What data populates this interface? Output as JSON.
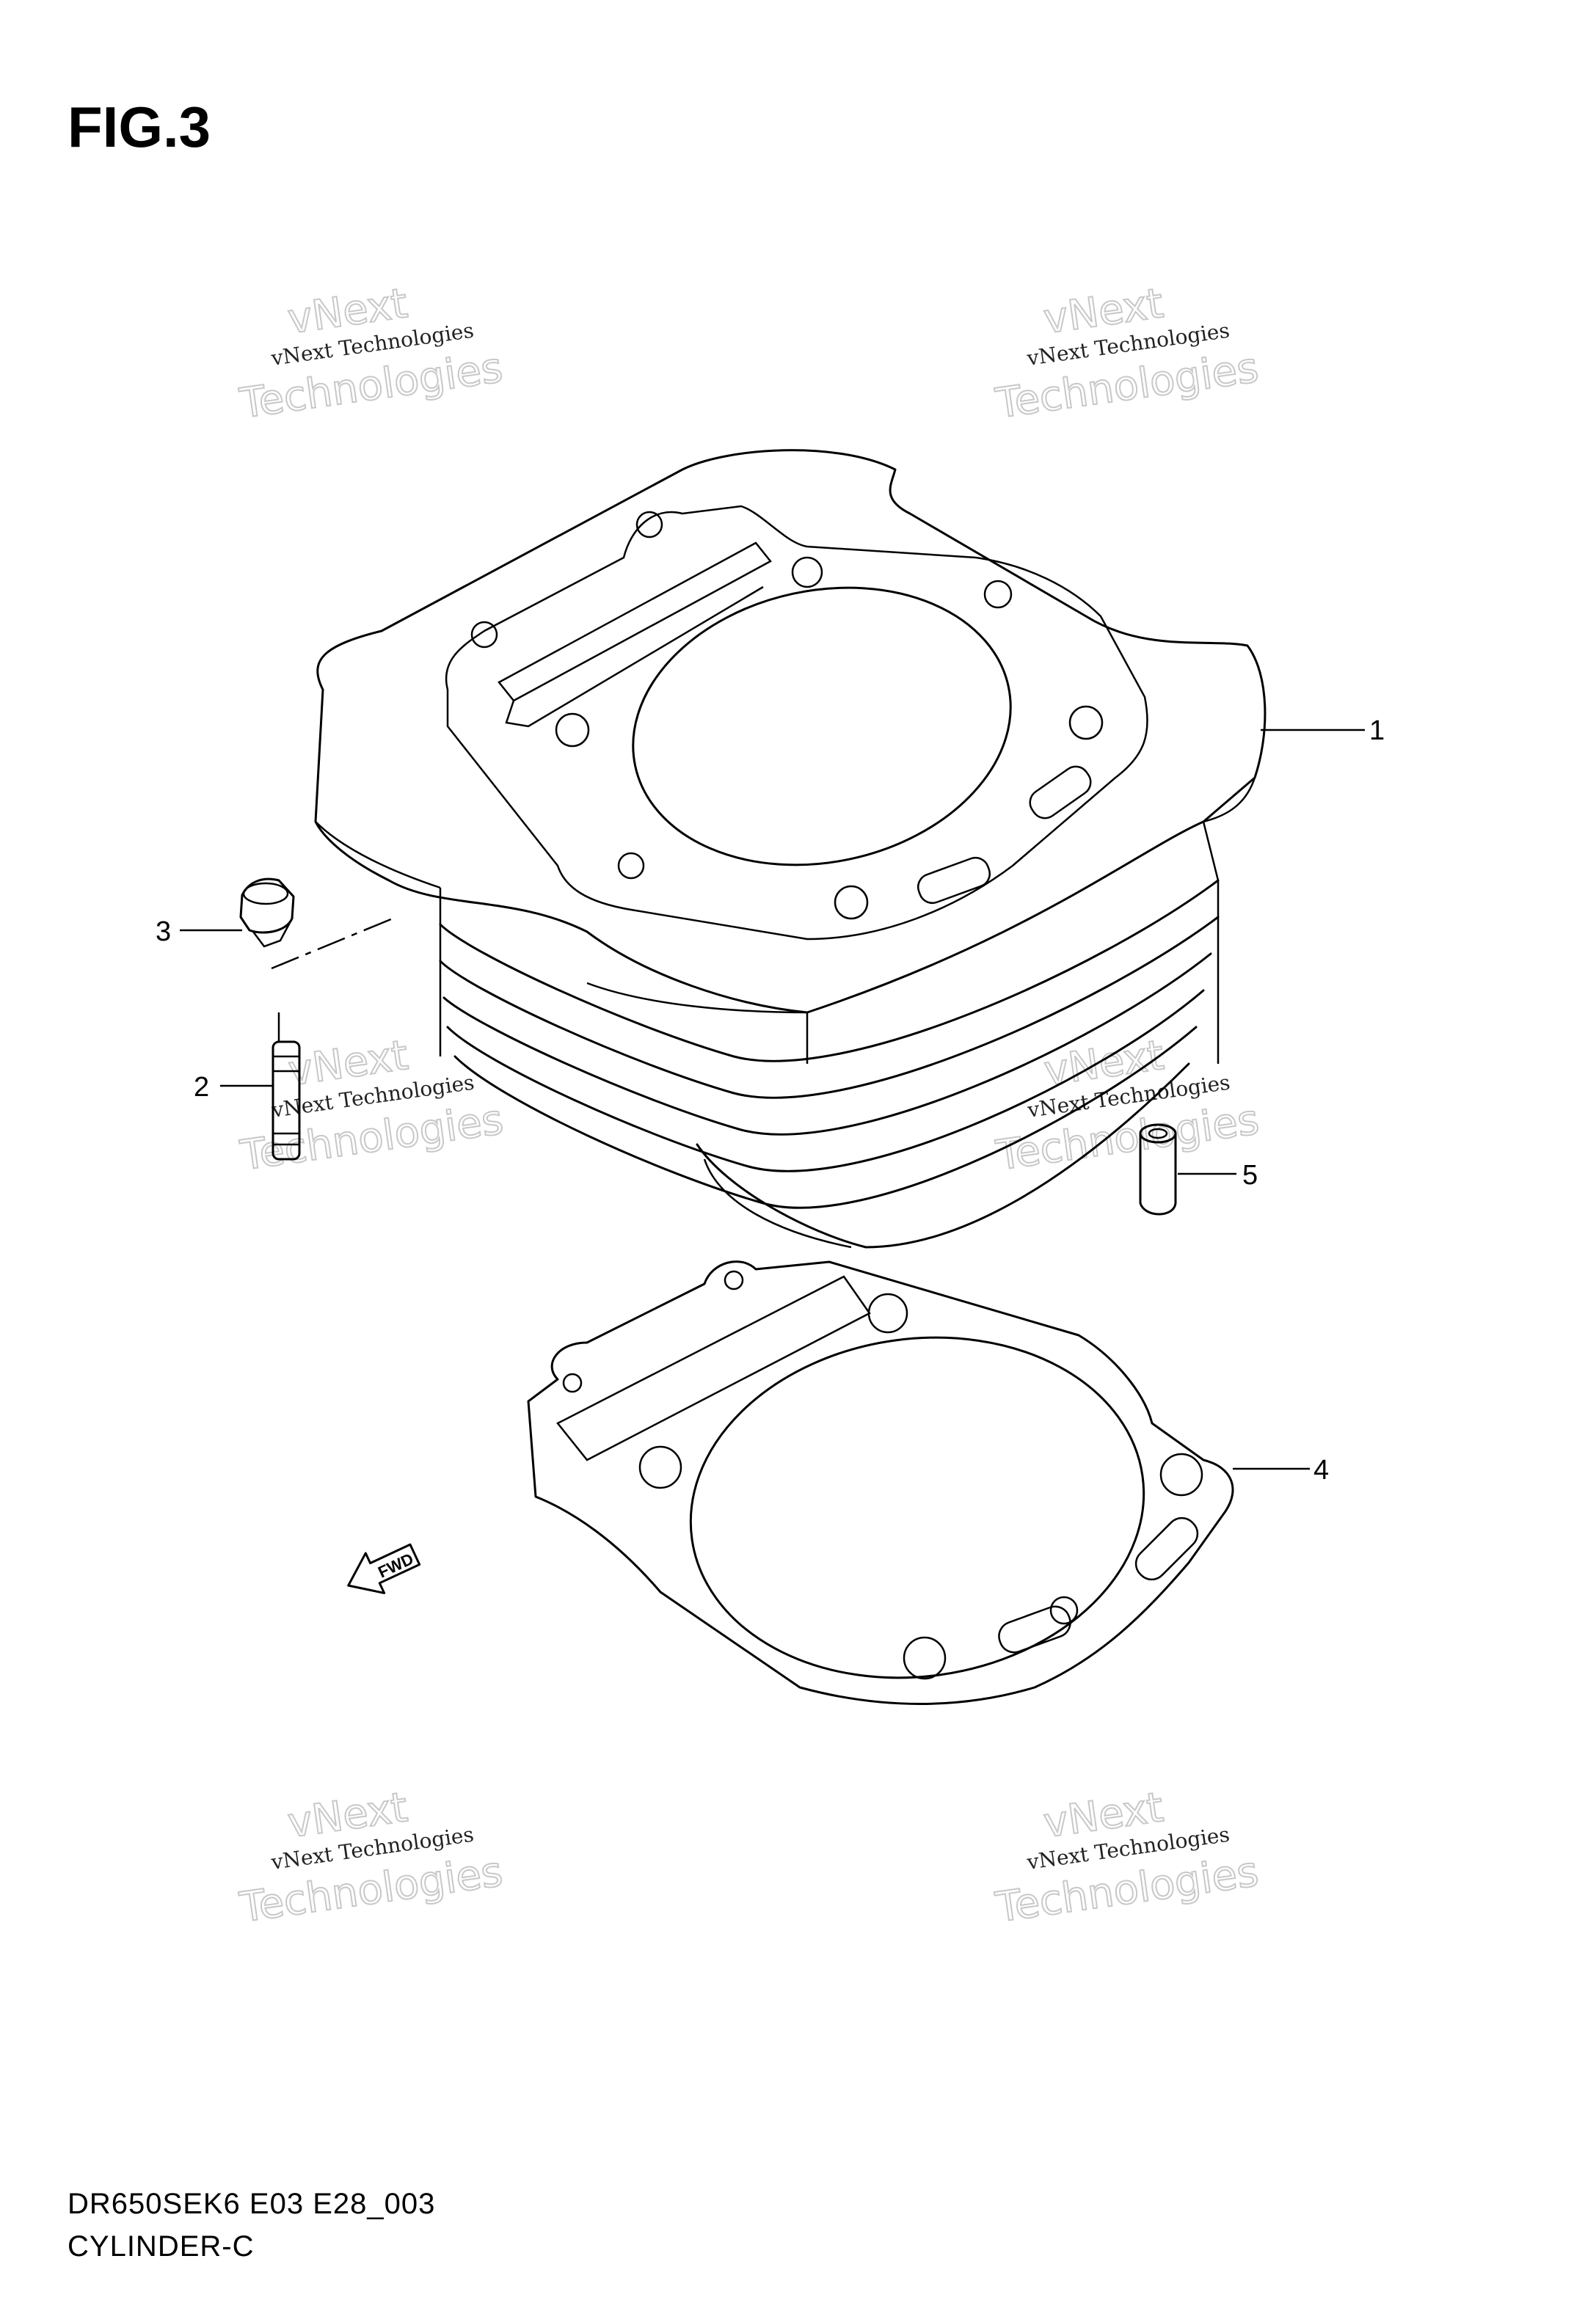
{
  "figure": {
    "title": "FIG.3",
    "code": "DR650SEK6 E03 E28_003",
    "name": "CYLINDER-C"
  },
  "callouts": [
    {
      "id": "1",
      "label": "1",
      "part": "cylinder"
    },
    {
      "id": "2",
      "label": "2",
      "part": "stud"
    },
    {
      "id": "3",
      "label": "3",
      "part": "nut"
    },
    {
      "id": "4",
      "label": "4",
      "part": "gasket"
    },
    {
      "id": "5",
      "label": "5",
      "part": "dowel-pin"
    }
  ],
  "direction_marker": "FWD",
  "watermark": {
    "line1": "vNext Technologies",
    "line2": "vNext",
    "line3": "Technologies"
  },
  "colors": {
    "ink": "#000000",
    "watermark": "#c8c8c8",
    "background": "#ffffff"
  }
}
